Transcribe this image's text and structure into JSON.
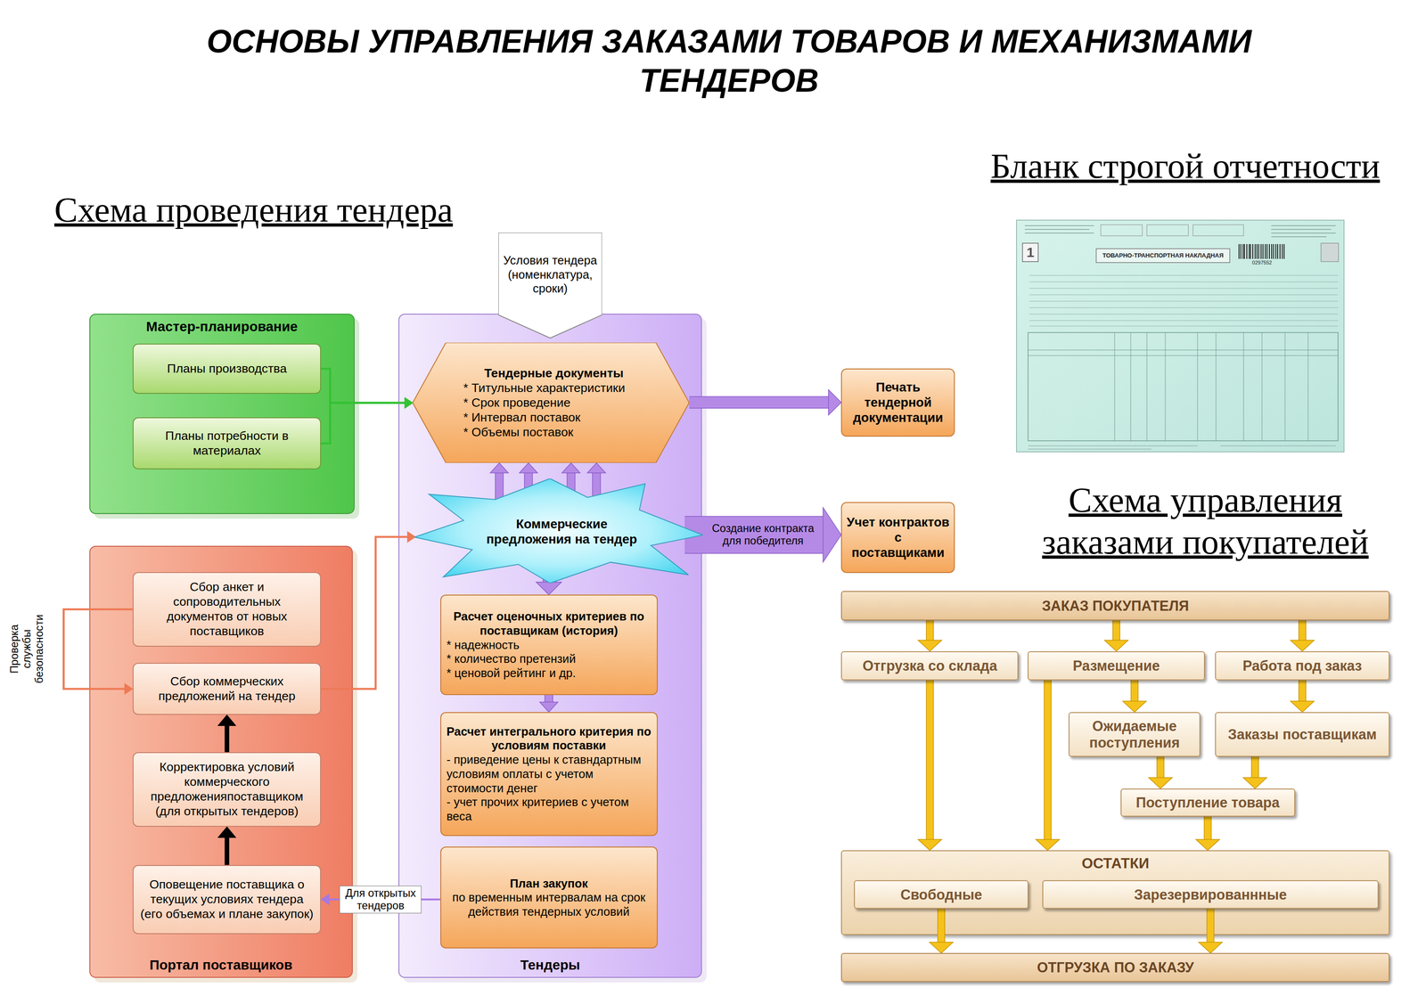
{
  "diagram": {
    "title": "ОСНОВЫ УПРАВЛЕНИЯ ЗАКАЗАМИ ТОВАРОВ И МЕХАНИЗМАМИ ТЕНДЕРОВ",
    "nodes": [
      {
        "text": [
          "Мастер-планирование"
        ]
      },
      {
        "text": [
          "Планы производства"
        ],
        "in": 0
      },
      {
        "text": [
          "Планы потребности в материалах"
        ],
        "in": 0
      },
      {
        "text": [
          "Портал поставщиков"
        ]
      },
      {
        "text": [
          "Сбор анкет и сопроводительных документов от новых поставщиков"
        ],
        "in": 3
      },
      {
        "text": [
          "Сбор коммерческих предложений на тендер"
        ],
        "in": 3
      },
      {
        "text": [
          "Корректировка условий коммерческого предложенияпоставщиком (для открытых тендеров)"
        ],
        "in": 3
      },
      {
        "text": [
          "Оповещение поставщика о текущих условиях тендера (его объемах и плане закупок)"
        ],
        "in": 3
      },
      {
        "text": [
          "Тендеры"
        ]
      },
      {
        "text": [
          "Условия тендера (номенклатура, сроки)"
        ]
      },
      {
        "text": [
          "Тендерные документы",
          "* Титульные характеристики",
          "* Срок проведение",
          "* Интервал поставок",
          "* Объемы поставок"
        ],
        "in": 8
      },
      {
        "text": [
          "Коммерческие предложения на тендер"
        ],
        "in": 8
      },
      {
        "text": [
          "Расчет оценочных критериев по поставщикам (история)",
          "* надежность",
          "* количество претензий",
          "* ценовой рейтинг и др."
        ],
        "in": 8
      },
      {
        "text": [
          "Расчет интегрального критерия по условиям поставки",
          "- приведение цены к ставндартным условиям оплаты с учетом стоимости денег",
          "- учет прочих критериев с учетом веса"
        ],
        "in": 8
      },
      {
        "text": [
          "План закупок",
          "по временным интервалам на срок действия тендерных условий"
        ],
        "in": 8
      },
      {
        "text": [
          "Печать тендерной документации"
        ]
      },
      {
        "text": [
          "Учет контрактов с поставщиками"
        ]
      },
      {
        "text": [
          "ЗАКАЗ ПОКУПАТЕЛЯ"
        ]
      },
      {
        "text": [
          "Отгрузка со склада"
        ]
      },
      {
        "text": [
          "Размещение"
        ]
      },
      {
        "text": [
          "Работа под заказ"
        ]
      },
      {
        "text": [
          "Ожидаемые поступления"
        ]
      },
      {
        "text": [
          "Заказы поставщикам"
        ]
      },
      {
        "text": [
          "Поступление товара"
        ]
      },
      {
        "text": [
          "ОСТАТКИ"
        ]
      },
      {
        "text": [
          "Свободные"
        ],
        "in": 24
      },
      {
        "text": [
          "Зарезервированнные"
        ],
        "in": 24
      },
      {
        "text": [
          "ОТГРУЗКА ПО ЗАКАЗУ"
        ]
      }
    ],
    "edges": [
      {
        "from": 1,
        "to": 10,
        "arrow": "to"
      },
      {
        "from": 2,
        "to": 10,
        "arrow": "to"
      },
      {
        "from": 10,
        "to": 15,
        "arrow": "to"
      },
      {
        "from": 11,
        "to": 10,
        "arrow": "to"
      },
      {
        "from": 11,
        "to": 10,
        "arrow": "to"
      },
      {
        "from": 11,
        "to": 10,
        "arrow": "to"
      },
      {
        "from": 11,
        "to": 10,
        "arrow": "to"
      },
      {
        "from": 11,
        "to": 16,
        "label": "Создание контракта для победителя",
        "arrow": "to"
      },
      {
        "from": 11,
        "to": 12,
        "arrow": "to"
      },
      {
        "from": 12,
        "to": 13,
        "arrow": "to"
      },
      {
        "from": 14,
        "to": 7,
        "label": "Для открытых тендеров",
        "arrow": "to"
      },
      {
        "from": 7,
        "to": 6,
        "arrow": "to"
      },
      {
        "from": 6,
        "to": 5,
        "arrow": "to"
      },
      {
        "from": 5,
        "to": 11,
        "arrow": "to"
      },
      {
        "from": 4,
        "to": 5,
        "label": "Проверка службы безопасности",
        "arrow": "to"
      },
      {
        "from": 17,
        "to": 18,
        "arrow": "to"
      },
      {
        "from": 17,
        "to": 19,
        "arrow": "to"
      },
      {
        "from": 17,
        "to": 20,
        "arrow": "to"
      },
      {
        "from": 19,
        "to": 21,
        "arrow": "to"
      },
      {
        "from": 20,
        "to": 22,
        "arrow": "to"
      },
      {
        "from": 21,
        "to": 23,
        "arrow": "to"
      },
      {
        "from": 22,
        "to": 23,
        "arrow": "to"
      },
      {
        "from": 18,
        "to": 24,
        "arrow": "to"
      },
      {
        "from": 19,
        "to": 24,
        "arrow": "to"
      },
      {
        "from": 23,
        "to": 24,
        "arrow": "to"
      },
      {
        "from": 25,
        "to": 27,
        "arrow": "to"
      },
      {
        "from": 26,
        "to": 27,
        "arrow": "to"
      }
    ],
    "labels": [
      "Схема проведения тендера",
      "Бланк строгой отчетности",
      "Схема управления заказами покупателей",
      "1",
      "ТОВАРНО-ТРАНСПОРТНАЯ НАКЛАДНАЯ",
      "0297552"
    ]
  }
}
